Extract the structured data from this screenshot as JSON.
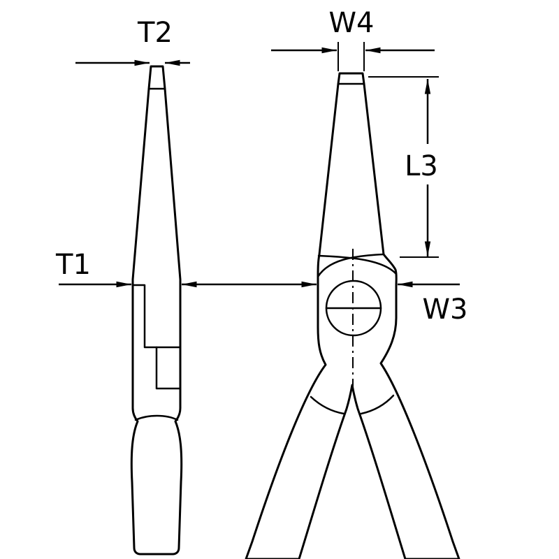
{
  "diagram": {
    "background_color": "#ffffff",
    "line_color": "#000000",
    "labels": {
      "t2": "T2",
      "w4": "W4",
      "l3": "L3",
      "t1": "T1",
      "w3": "W3"
    }
  }
}
